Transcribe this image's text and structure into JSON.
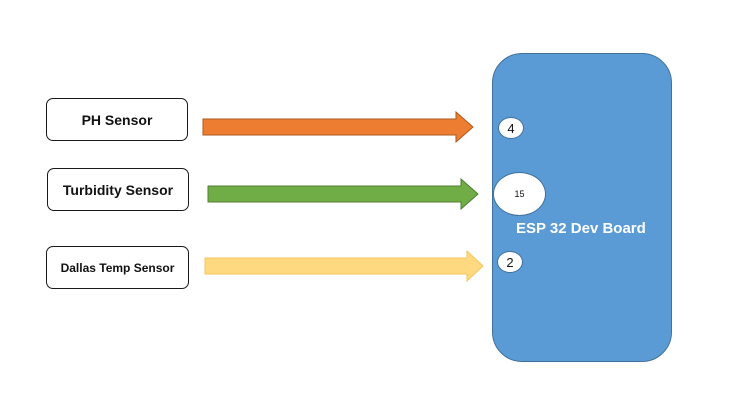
{
  "sensors": [
    {
      "label": "PH Sensor",
      "pin": "4",
      "arrow_color": "#ed7d31"
    },
    {
      "label": "Turbidity Sensor",
      "pin": "15",
      "arrow_color": "#70ad47"
    },
    {
      "label": "Dallas Temp Sensor",
      "pin": "2",
      "arrow_color": "#ffd97f"
    }
  ],
  "board": {
    "label": "ESP 32 Dev Board",
    "fill_color": "#5b9bd5"
  }
}
